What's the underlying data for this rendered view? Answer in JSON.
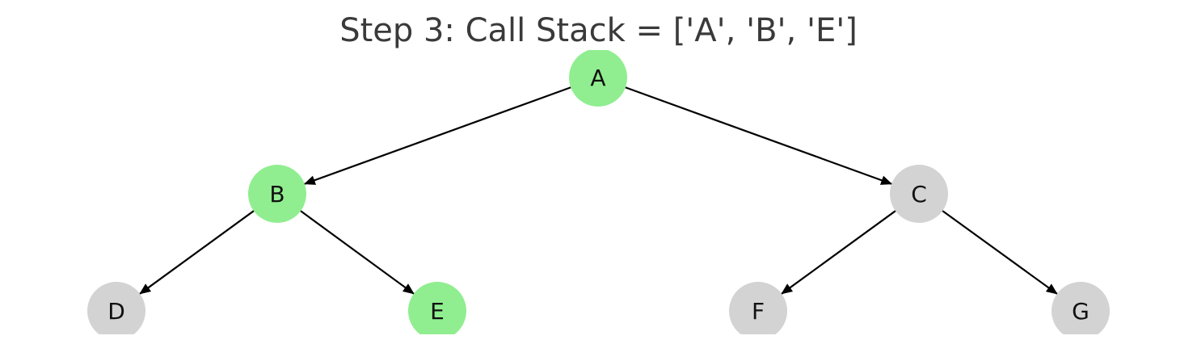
{
  "title": "Step 3: Call Stack = ['A', 'B', 'E']",
  "colors": {
    "active": "#90ee90",
    "inactive": "#d3d3d3",
    "edge": "#000000",
    "label": "#111111"
  },
  "nodes": [
    {
      "id": "A",
      "label": "A",
      "active": true
    },
    {
      "id": "B",
      "label": "B",
      "active": true
    },
    {
      "id": "C",
      "label": "C",
      "active": false
    },
    {
      "id": "D",
      "label": "D",
      "active": false
    },
    {
      "id": "E",
      "label": "E",
      "active": true
    },
    {
      "id": "F",
      "label": "F",
      "active": false
    },
    {
      "id": "G",
      "label": "G",
      "active": false
    }
  ],
  "edges": [
    {
      "from": "A",
      "to": "B"
    },
    {
      "from": "A",
      "to": "C"
    },
    {
      "from": "B",
      "to": "D"
    },
    {
      "from": "B",
      "to": "E"
    },
    {
      "from": "C",
      "to": "F"
    },
    {
      "from": "C",
      "to": "G"
    }
  ]
}
